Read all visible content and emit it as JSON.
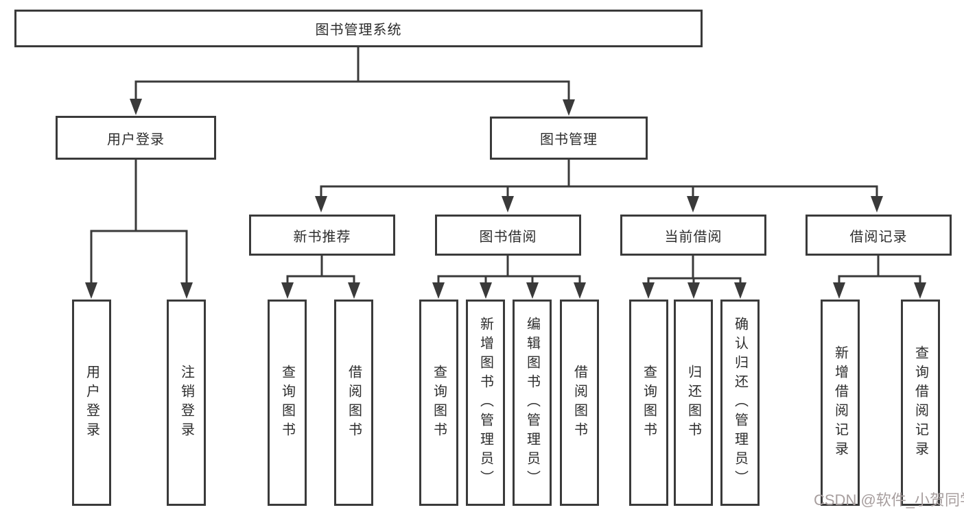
{
  "tree": {
    "root": {
      "label": "图书管理系统",
      "children": [
        {
          "label": "用户登录",
          "children": [
            {
              "label": "用户登录"
            },
            {
              "label": "注销登录"
            }
          ]
        },
        {
          "label": "图书管理",
          "children": [
            {
              "label": "新书推荐",
              "children": [
                {
                  "label": "查询图书"
                },
                {
                  "label": "借阅图书"
                }
              ]
            },
            {
              "label": "图书借阅",
              "children": [
                {
                  "label": "查询图书"
                },
                {
                  "label": "新增图书（管理员）"
                },
                {
                  "label": "编辑图书（管理员）"
                },
                {
                  "label": "借阅图书"
                }
              ]
            },
            {
              "label": "当前借阅",
              "children": [
                {
                  "label": "查询图书"
                },
                {
                  "label": "归还图书"
                },
                {
                  "label": "确认归还（管理员）"
                }
              ]
            },
            {
              "label": "借阅记录",
              "children": [
                {
                  "label": "新增借阅记录"
                },
                {
                  "label": "查询借阅记录"
                }
              ]
            }
          ]
        }
      ]
    }
  },
  "watermark": {
    "text": "CSDN @软件_小贺同学",
    "color": "#a79e9e"
  },
  "colors": {
    "line": "#3a3a3a",
    "text": "#2d2d2d",
    "background": "#ffffff"
  }
}
